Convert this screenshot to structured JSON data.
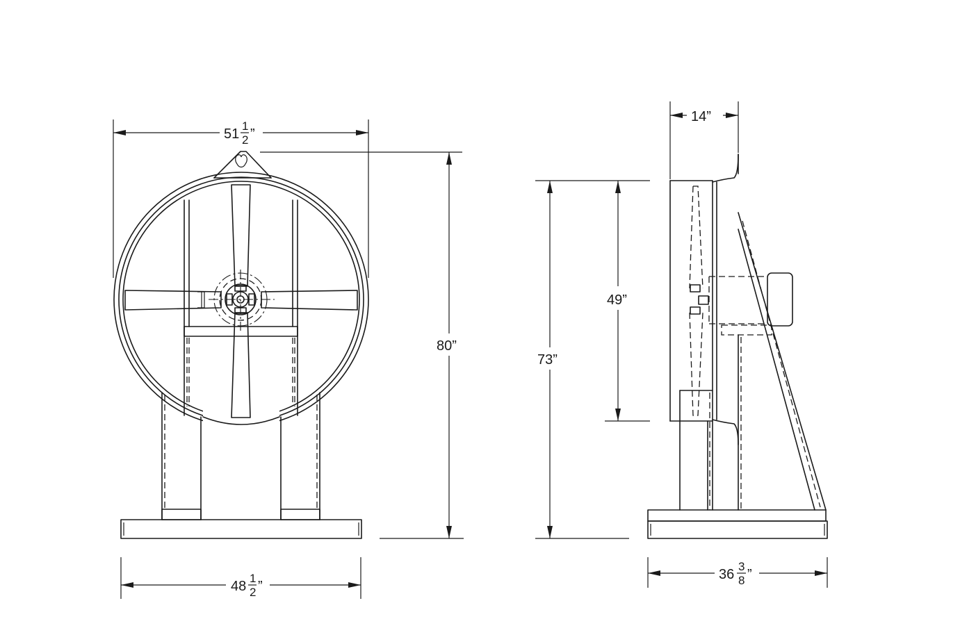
{
  "front_view": {
    "top_width": {
      "whole": "51",
      "num": "1",
      "den": "2",
      "unit": "”"
    },
    "base_width": {
      "whole": "48",
      "num": "1",
      "den": "2",
      "unit": "”"
    },
    "overall_height": "80”"
  },
  "side_view": {
    "depth": "14”",
    "height": "73”",
    "fan_height": "49”",
    "base_depth": {
      "whole": "36",
      "num": "3",
      "den": "8",
      "unit": "”"
    }
  }
}
